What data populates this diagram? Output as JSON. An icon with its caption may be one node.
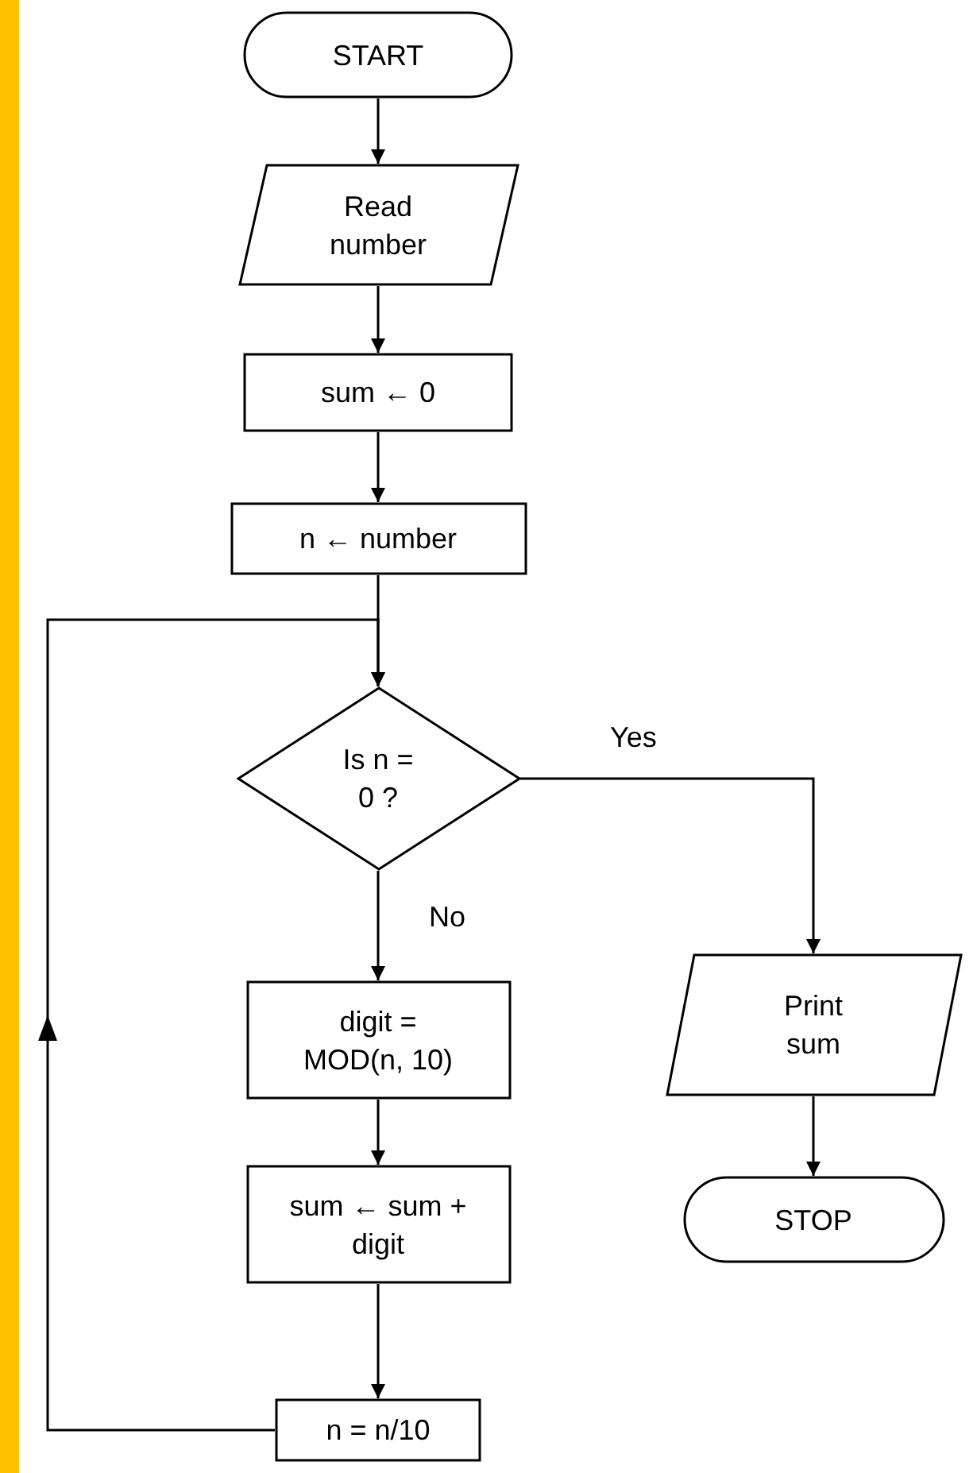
{
  "diagram": {
    "nodes": [
      {
        "text": [
          "START"
        ]
      },
      {
        "text": [
          "Read number"
        ]
      },
      {
        "text": [
          "sum ← 0"
        ]
      },
      {
        "text": [
          "n ← number"
        ]
      },
      {
        "text": [
          "Is n = 0 ?"
        ]
      },
      {
        "text": [
          "digit = MOD(n, 10)"
        ]
      },
      {
        "text": [
          "sum ← sum + digit"
        ]
      },
      {
        "text": [
          "n = n/10"
        ]
      },
      {
        "text": [
          "Print sum"
        ]
      },
      {
        "text": [
          "STOP"
        ]
      }
    ],
    "edges": [
      {
        "from": 0,
        "to": 1,
        "arrow": "to"
      },
      {
        "from": 1,
        "to": 2,
        "arrow": "to"
      },
      {
        "from": 2,
        "to": 3,
        "arrow": "to"
      },
      {
        "from": 3,
        "to": 4,
        "arrow": "to"
      },
      {
        "from": 4,
        "to": 5,
        "arrow": "to",
        "label": "No"
      },
      {
        "from": 4,
        "to": 8,
        "arrow": "to",
        "label": "Yes"
      },
      {
        "from": 8,
        "to": 9,
        "arrow": "to"
      },
      {
        "from": 5,
        "to": 6,
        "arrow": "to"
      },
      {
        "from": 6,
        "to": 7,
        "arrow": "to"
      },
      {
        "from": 7,
        "to": 4,
        "arrow": "to"
      }
    ]
  }
}
